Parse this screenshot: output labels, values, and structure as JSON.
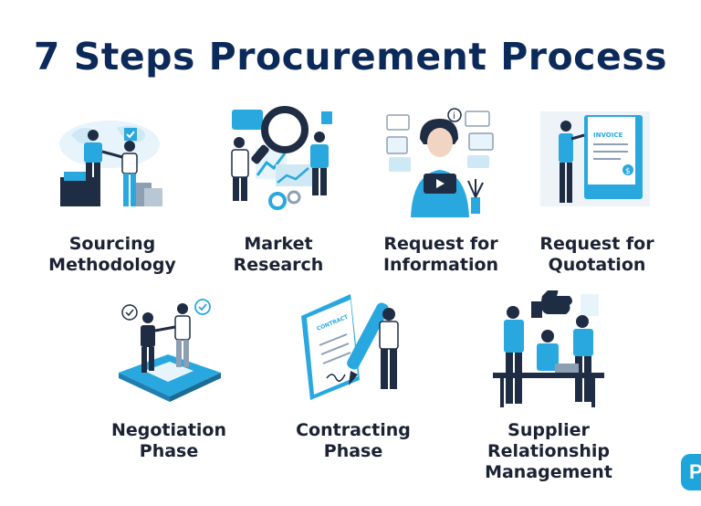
{
  "title": "7 Steps Procurement Process",
  "colors": {
    "accent": "#29a8e0",
    "title": "#0b2a5a",
    "dark": "#1f2d44",
    "light": "#e8f4fb"
  },
  "steps": [
    {
      "line1": "Sourcing",
      "line2": "Methodology",
      "icon": "business-handshake-globe-icon"
    },
    {
      "line1": "Market",
      "line2": "Research",
      "icon": "magnifier-charts-icon"
    },
    {
      "line1": "Request for",
      "line2": "Information",
      "icon": "person-info-screens-icon"
    },
    {
      "line1": "Request for",
      "line2": "Quotation",
      "icon": "invoice-document-icon"
    },
    {
      "line1": "Negotiation",
      "line2": "Phase",
      "icon": "puzzle-handshake-icon"
    },
    {
      "line1": "Contracting",
      "line2": "Phase",
      "icon": "contract-pen-icon"
    },
    {
      "line1": "Supplier Relationship",
      "line2": "Management",
      "icon": "team-desk-thumbs-up-icon"
    }
  ],
  "logo": {
    "text": "P",
    "icon": "brand-logo-icon"
  }
}
